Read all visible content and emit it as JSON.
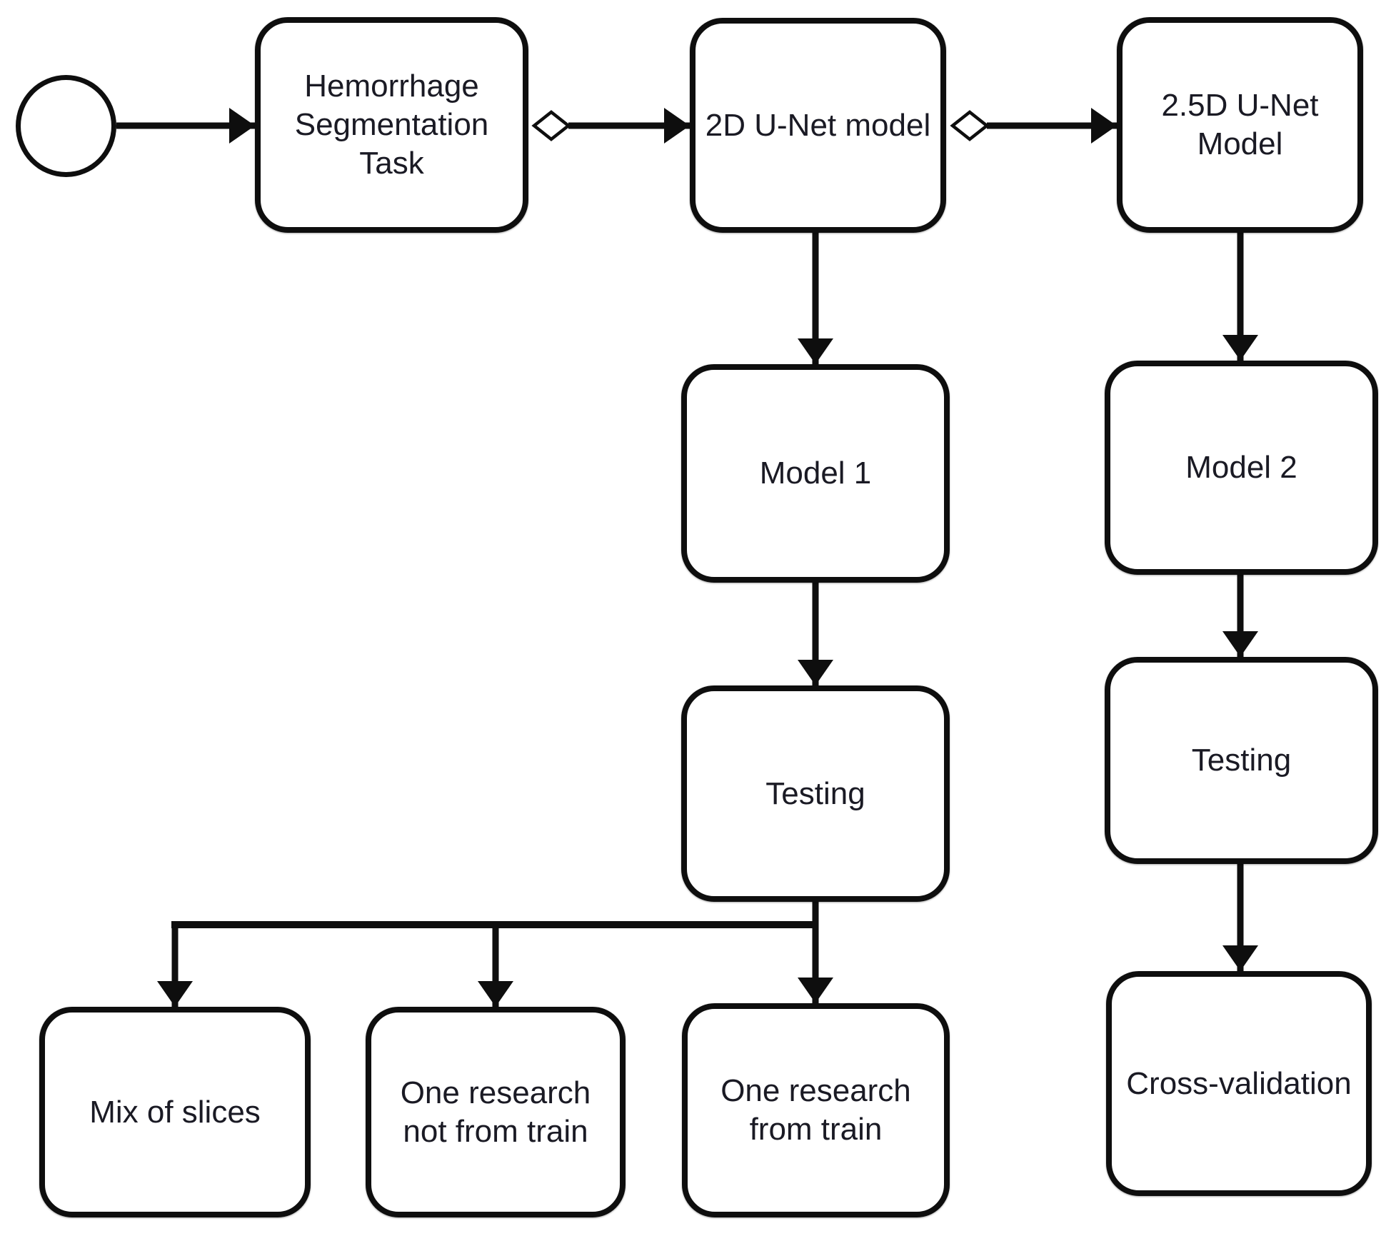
{
  "diagram": {
    "type": "flowchart",
    "background_color": "#ffffff",
    "stroke_color": "#0e0e0e",
    "text_color": "#1a1a24",
    "nodes": {
      "start": {
        "shape": "circle",
        "label": ""
      },
      "task": {
        "shape": "rounded-rect",
        "label": "Hemorrhage\nSegmentation\nTask"
      },
      "unet2d": {
        "shape": "rounded-rect",
        "label": "2D U-Net model"
      },
      "unet25d": {
        "shape": "rounded-rect",
        "label": "2.5D U-Net\nModel"
      },
      "model1": {
        "shape": "rounded-rect",
        "label": "Model 1"
      },
      "model2": {
        "shape": "rounded-rect",
        "label": "Model 2"
      },
      "testing1": {
        "shape": "rounded-rect",
        "label": "Testing"
      },
      "testing2": {
        "shape": "rounded-rect",
        "label": "Testing"
      },
      "mix_of_slices": {
        "shape": "rounded-rect",
        "label": "Mix of slices"
      },
      "one_research_not_from_train": {
        "shape": "rounded-rect",
        "label": "One research\nnot from train"
      },
      "one_research_from_train": {
        "shape": "rounded-rect",
        "label": "One research\nfrom train"
      },
      "cross_validation": {
        "shape": "rounded-rect",
        "label": "Cross-validation"
      }
    },
    "edges": [
      {
        "from": "start",
        "to": "task",
        "connector": "arrow"
      },
      {
        "from": "task",
        "to": "unet2d",
        "connector": "diamond-arrow"
      },
      {
        "from": "unet2d",
        "to": "unet25d",
        "connector": "diamond-arrow"
      },
      {
        "from": "unet2d",
        "to": "model1",
        "connector": "arrow"
      },
      {
        "from": "model1",
        "to": "testing1",
        "connector": "arrow"
      },
      {
        "from": "testing1",
        "to": "mix_of_slices",
        "connector": "arrow"
      },
      {
        "from": "testing1",
        "to": "one_research_not_from_train",
        "connector": "arrow"
      },
      {
        "from": "testing1",
        "to": "one_research_from_train",
        "connector": "arrow"
      },
      {
        "from": "unet25d",
        "to": "model2",
        "connector": "arrow"
      },
      {
        "from": "model2",
        "to": "testing2",
        "connector": "arrow"
      },
      {
        "from": "testing2",
        "to": "cross_validation",
        "connector": "arrow"
      }
    ]
  }
}
